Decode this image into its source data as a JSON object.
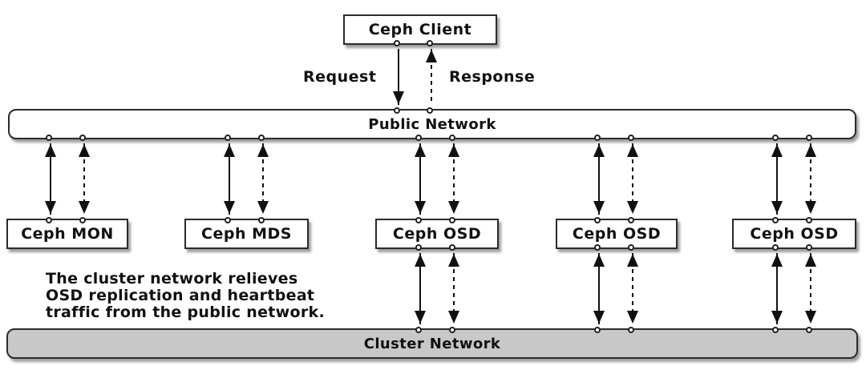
{
  "client": {
    "label": "Ceph Client"
  },
  "flow_labels": {
    "request": "Request",
    "response": "Response"
  },
  "public_network": {
    "label": "Public Network"
  },
  "cluster_network": {
    "label": "Cluster Network"
  },
  "nodes": [
    {
      "label": "Ceph MON",
      "connects_to_cluster": false
    },
    {
      "label": "Ceph MDS",
      "connects_to_cluster": false
    },
    {
      "label": "Ceph OSD",
      "connects_to_cluster": true
    },
    {
      "label": "Ceph OSD",
      "connects_to_cluster": true
    },
    {
      "label": "Ceph OSD",
      "connects_to_cluster": true
    }
  ],
  "annotation": "The cluster network relieves\nOSD replication and heartbeat\ntraffic from the public network.",
  "line_styles": {
    "solid": "request / outbound traffic",
    "dashed": "response / return traffic"
  },
  "colors": {
    "box_border": "#2b2b2b",
    "public_network_fill": "#ffffff",
    "cluster_network_fill": "#c8c8c8",
    "line": "#111111",
    "text": "#111111",
    "background": "#ffffff"
  }
}
